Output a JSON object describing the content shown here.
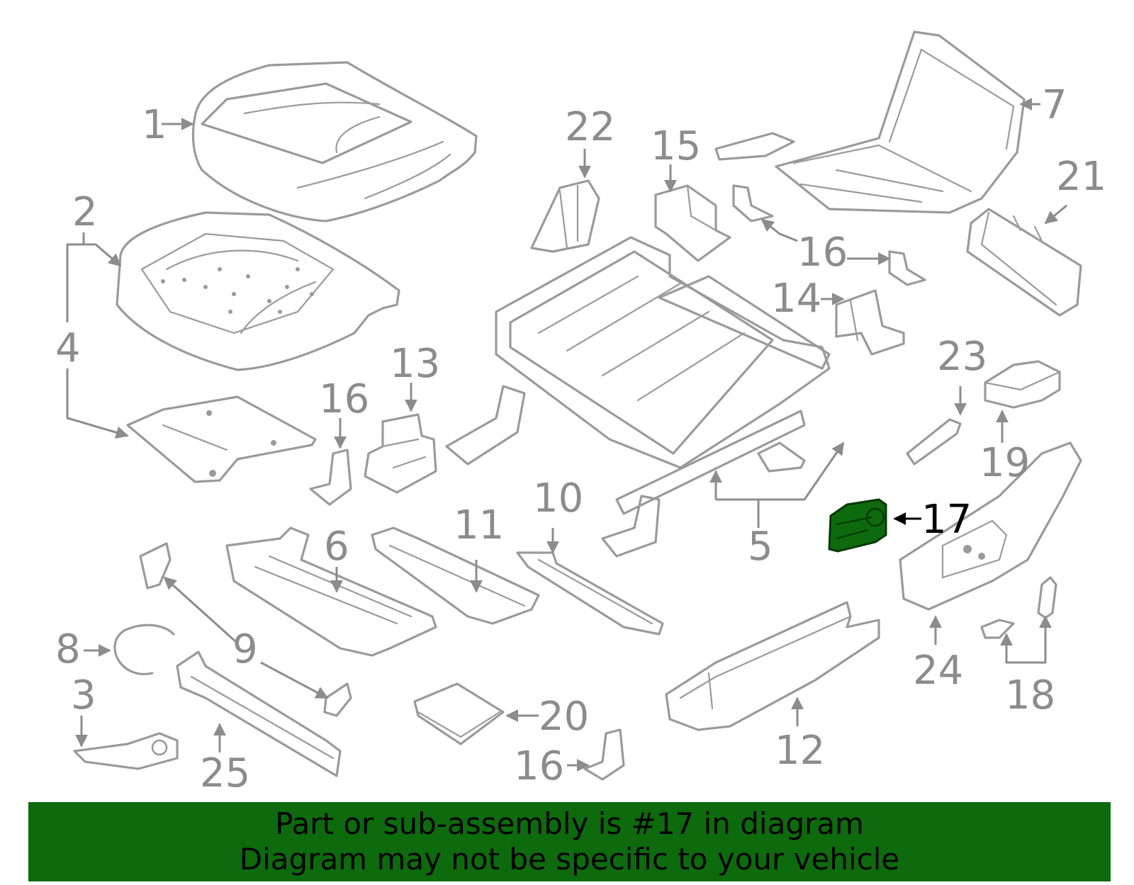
{
  "callouts": {
    "c1": "1",
    "c2": "2",
    "c3": "3",
    "c4": "4",
    "c5": "5",
    "c6": "6",
    "c7": "7",
    "c8": "8",
    "c9": "9",
    "c10": "10",
    "c11": "11",
    "c12": "12",
    "c13": "13",
    "c14": "14",
    "c15": "15",
    "c16a": "16",
    "c16b": "16",
    "c16c": "16",
    "c17": "17",
    "c18": "18",
    "c19": "19",
    "c20": "20",
    "c21": "21",
    "c22": "22",
    "c23": "23",
    "c24": "24",
    "c25": "25"
  },
  "highlight": {
    "part": "17",
    "color": "#0d6a0d"
  },
  "banner": {
    "line1": "Part or sub-assembly is #17 in diagram",
    "line2": "Diagram may not be specific to your vehicle",
    "background": "#0d6a0d"
  }
}
